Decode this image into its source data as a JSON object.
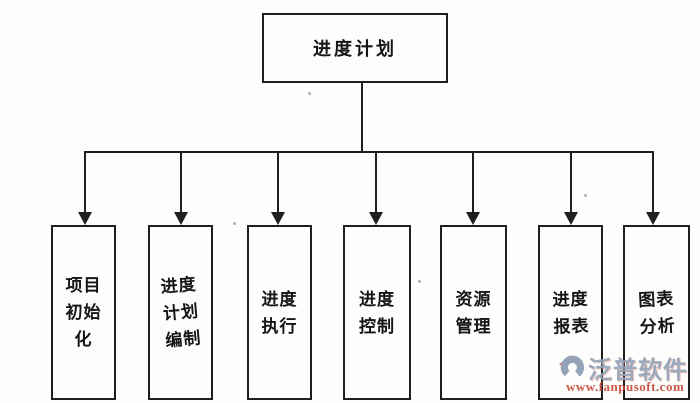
{
  "diagram": {
    "root": {
      "label": "进度计划"
    },
    "boxes": [
      {
        "id": "project-initialization",
        "label": "项目\n初始\n化"
      },
      {
        "id": "schedule-plan-preparation",
        "label": "进度\n计划\n编制"
      },
      {
        "id": "schedule-execution",
        "label": "进度\n执行"
      },
      {
        "id": "schedule-control",
        "label": "进度\n控制"
      },
      {
        "id": "resource-management",
        "label": "资源\n管理"
      },
      {
        "id": "schedule-report",
        "label": "进度\n报表"
      },
      {
        "id": "chart-analysis",
        "label": "图表\n分析"
      }
    ],
    "line_color": "#1f1f1f",
    "paper_color": "#fdfdfc"
  },
  "watermark": {
    "brand": "泛普软件",
    "url": "www.fanpusoft.com",
    "brand_color": "#93a2b8",
    "url_color": "#c84b38",
    "logo_blue": "#8d9cb4",
    "logo_red": "#c4503c"
  }
}
